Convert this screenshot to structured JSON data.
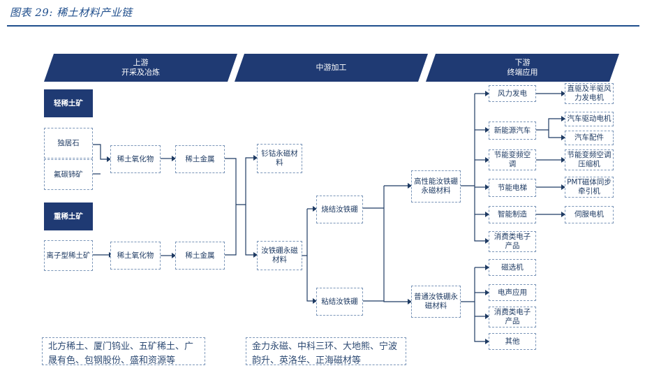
{
  "figure": {
    "title": "图表 29:  稀土材料产业链"
  },
  "stages": {
    "upstream": {
      "line1": "上游",
      "line2": "开采及冶炼"
    },
    "midstream": {
      "line1": "中游加工"
    },
    "downstream": {
      "line1": "下游",
      "line2": "终端应用"
    }
  },
  "nodes": {
    "light_re": "轻稀土矿",
    "monazite": "独居石",
    "bastnaesite": "氟碳铈矿",
    "heavy_re": "重稀土矿",
    "ionic": "离子型稀土矿",
    "oxide1": "稀土氧化物",
    "oxide2": "稀土氧化物",
    "metal1": "稀土金属",
    "metal2": "稀土金属",
    "smco": "钐钴永磁材料",
    "ndfeb": "汝铁硼永磁材料",
    "sintered": "烧结汝铁硼",
    "bonded": "粘结汝铁硼",
    "hp_ndfeb": "高性能汝铁硼永磁材料",
    "normal_ndfeb": "普通汝铁硼永磁材料",
    "wind": "风力发电",
    "nev": "新能源汽车",
    "inv_ac": "节能变频空调",
    "elevator": "节能电梯",
    "smart": "智能制造",
    "consumer1": "消费类电子产品",
    "mag_sep": "磁选机",
    "acoustic": "电声应用",
    "consumer2": "消费类电子产品",
    "others": "其他",
    "wind_gen": "直驱及半驱风力发电机",
    "ev_motor": "汽车驱动电机",
    "auto_parts": "汽车配件",
    "ac_comp": "节能变频空调压缩机",
    "pmt": "PMT磁体同步牵引机",
    "servo": "伺服电机"
  },
  "companies": {
    "upstream": "北方稀土、厦门钨业、五矿稀土、广晟有色、包钢股份、盛和资源等",
    "midstream": "金力永磁、中科三环、大地熊、宁波韵升、英洛华、正海磁材等"
  },
  "colors": {
    "stage_fill": "#1f3a73",
    "box_border": "#7a95b8",
    "line": "#1f3b63",
    "rule": "#1f4e8c"
  }
}
